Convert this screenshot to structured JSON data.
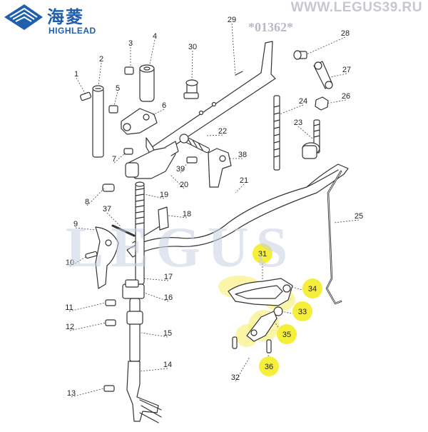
{
  "brand": {
    "name_cn": "海菱",
    "name_en": "HIGHLEAD",
    "site": "WWW.LEGUS39.RU",
    "code": "*01362*",
    "watermark": "LEGUS",
    "colors": {
      "logo": "#1f5fae",
      "highlight": "#f5ee3a",
      "line": "#333333"
    }
  },
  "callouts": [
    {
      "id": "1"
    },
    {
      "id": "2"
    },
    {
      "id": "3"
    },
    {
      "id": "4"
    },
    {
      "id": "5"
    },
    {
      "id": "6"
    },
    {
      "id": "7"
    },
    {
      "id": "8"
    },
    {
      "id": "9"
    },
    {
      "id": "10"
    },
    {
      "id": "11"
    },
    {
      "id": "12"
    },
    {
      "id": "13"
    },
    {
      "id": "14"
    },
    {
      "id": "15"
    },
    {
      "id": "16"
    },
    {
      "id": "17"
    },
    {
      "id": "18"
    },
    {
      "id": "19"
    },
    {
      "id": "20"
    },
    {
      "id": "21"
    },
    {
      "id": "22"
    },
    {
      "id": "23"
    },
    {
      "id": "24"
    },
    {
      "id": "25"
    },
    {
      "id": "26"
    },
    {
      "id": "27"
    },
    {
      "id": "28"
    },
    {
      "id": "29"
    },
    {
      "id": "30"
    },
    {
      "id": "31",
      "highlighted": true
    },
    {
      "id": "32"
    },
    {
      "id": "33",
      "highlighted": true
    },
    {
      "id": "34",
      "highlighted": true
    },
    {
      "id": "35",
      "highlighted": true
    },
    {
      "id": "36",
      "highlighted": true
    },
    {
      "id": "37"
    },
    {
      "id": "38"
    },
    {
      "id": "39"
    }
  ]
}
